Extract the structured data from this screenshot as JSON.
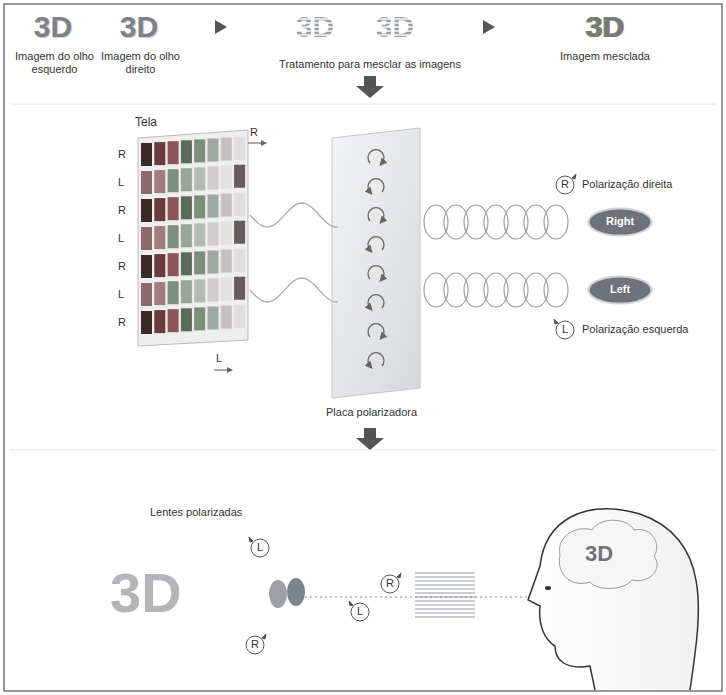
{
  "diagram": {
    "nodes": [
      {
        "text": [
          "Right"
        ]
      },
      {
        "text": [
          "Left"
        ]
      }
    ],
    "labels": [
      "3D",
      "Imagem do olho esquerdo",
      "3D",
      "Imagem do olho direito",
      "3D",
      "3D",
      "Tratamento para mesclar as imagens",
      "3D",
      "Imagem mesclada",
      "Tela",
      "R",
      "L",
      "R",
      "L",
      "R",
      "L",
      "R",
      "R",
      "L",
      "Placa polarizadora",
      "R",
      "Polarização direita",
      "L",
      "Polarização esquerda",
      "Lentes polarizadas",
      "L",
      "R",
      "R",
      "L",
      "3D",
      "3D"
    ]
  }
}
